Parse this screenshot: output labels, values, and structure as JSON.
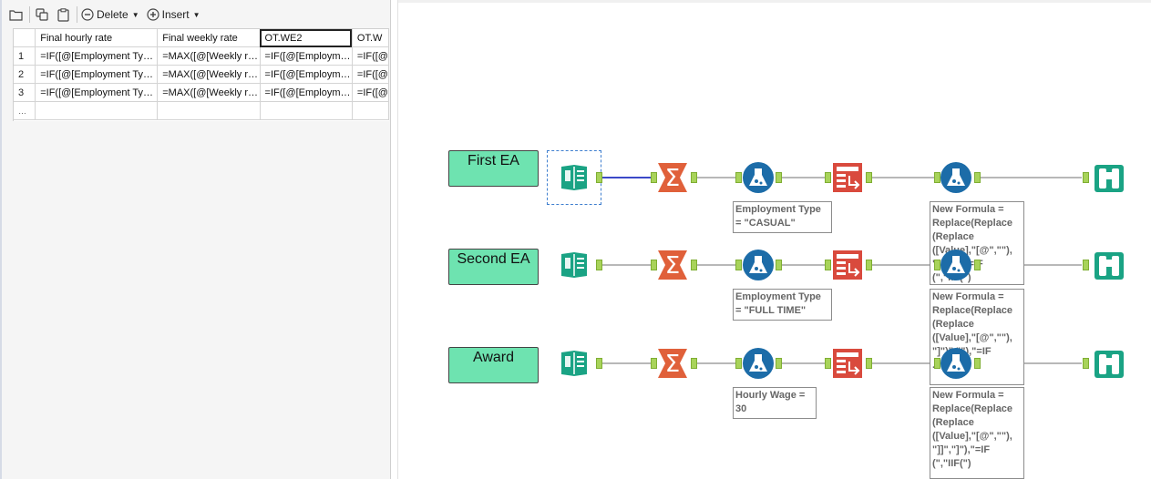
{
  "toolbar": {
    "delete_label": "Delete",
    "insert_label": "Insert"
  },
  "grid": {
    "headers": [
      "",
      "Final hourly rate",
      "Final weekly rate",
      "OT.WE2",
      "OT.W"
    ],
    "rows": [
      [
        "1",
        "=IF([@[Employment Ty…",
        "=MAX([@[Weekly r…",
        "=IF([@[Employm…",
        "=IF([@"
      ],
      [
        "2",
        "=IF([@[Employment Ty…",
        "=MAX([@[Weekly r…",
        "=IF([@[Employm…",
        "=IF([@"
      ],
      [
        "3",
        "=IF([@[Employment Ty…",
        "=MAX([@[Weekly r…",
        "=IF([@[Employm…",
        "=IF([@"
      ]
    ],
    "more": "…"
  },
  "workflow": {
    "containers": [
      "First EA",
      "Second EA",
      "Award"
    ],
    "annotations": {
      "row1_filter": "Employment Type\n= \"CASUAL\"",
      "row1_formula": "New Formula =\nReplace(Replace\n(Replace\n([Value],\"[@\",\"\"),\n\"]\",\"\"),\"=IF\n(\",\"IIF(\")",
      "row2_filter": "Employment Type\n= \"FULL TIME\"",
      "row2_formula": "New Formula =\nReplace(Replace\n(Replace\n([Value],\"[@\",\"\"),\n\"]\")\",\"\"),\"=IF\n...",
      "row3_filter": "Hourly Wage =\n30",
      "row3_formula": "New Formula =\nReplace(Replace\n(Replace\n([Value],\"[@\",\"\"),\n\"]]\",\"]\"),\"=IF\n(\",\"IIF(\")"
    }
  },
  "colors": {
    "input_tool": "#1aa384",
    "summarize_tool": "#e0603a",
    "formula_tool": "#1c6ca8",
    "select_tool": "#d94a3d",
    "browse_tool": "#1aa384",
    "container": "#6ee3b0",
    "anchor": "#a8d35a"
  },
  "icons": [
    "folder-icon",
    "copy-icon",
    "paste-icon",
    "delete-icon",
    "insert-icon",
    "input-book-icon",
    "summarize-sigma-icon",
    "formula-flask-icon",
    "dynamic-rename-icon",
    "browse-binoculars-icon"
  ]
}
